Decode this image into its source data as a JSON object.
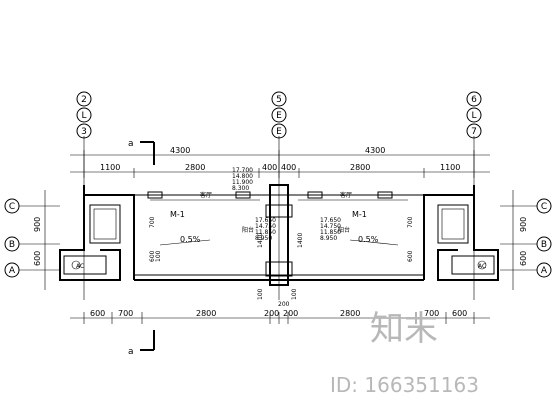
{
  "axes": {
    "left": [
      "2",
      "L",
      "3"
    ],
    "center": [
      "5",
      "E",
      "E"
    ],
    "right": [
      "6",
      "L",
      "7"
    ],
    "rows": [
      "C",
      "B",
      "A"
    ]
  },
  "dims_top": {
    "spans": [
      "4300",
      "4300"
    ],
    "sub": [
      "1100",
      "2800",
      "400",
      "400",
      "2800",
      "1100"
    ]
  },
  "dims_bottom": [
    "600",
    "700",
    "2800",
    "200",
    "200",
    "2800",
    "700",
    "600"
  ],
  "dims_left": [
    "900",
    "600"
  ],
  "dims_right": [
    "900",
    "600"
  ],
  "elev_left": [
    "17.700",
    "14.800",
    "11.900",
    "8.300"
  ],
  "elev_mid_left": [
    "17.650",
    "14.750",
    "11.850",
    "8.950"
  ],
  "elev_mid_right": [
    "17.650",
    "14.750",
    "11.850",
    "8.950"
  ],
  "labels": {
    "room_left": "客厅",
    "room_right": "客厅",
    "door_left": "M-1",
    "door_right": "M-1",
    "balcony_left": "阳台",
    "balcony_right": "阳台",
    "slope_left": "0.5%",
    "slope_right": "0.5%",
    "ac_left": "AC",
    "ac_right": "AC",
    "section_top": "a",
    "section_bottom": "a"
  },
  "inner_dims": {
    "left_700": "700",
    "left_600": "600",
    "left_100": "100",
    "center_1400": "1400",
    "center_1400b": "1400",
    "right_700": "700",
    "right_600": "600",
    "center_100": "100",
    "center_100b": "100",
    "center_200": "200"
  },
  "watermark": {
    "brand": "知末",
    "id_text": "ID: 166351163"
  }
}
